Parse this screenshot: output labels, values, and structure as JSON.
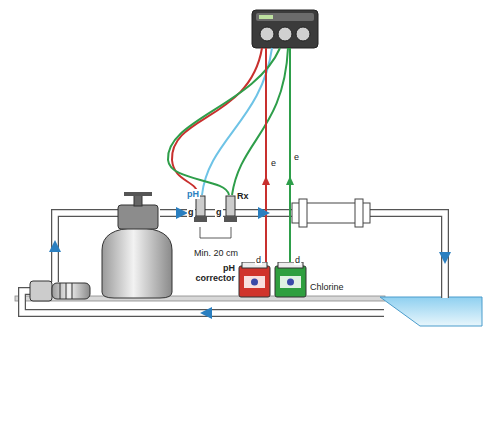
{
  "diagram": {
    "nodes": [
      {
        "text": [
          "pH corrector"
        ]
      },
      {
        "text": [
          "Chlorine"
        ]
      }
    ],
    "labels": [
      "pH",
      "Rx",
      "g",
      "g",
      "Min. 20 cm",
      "e",
      "e",
      "d",
      "d"
    ]
  }
}
